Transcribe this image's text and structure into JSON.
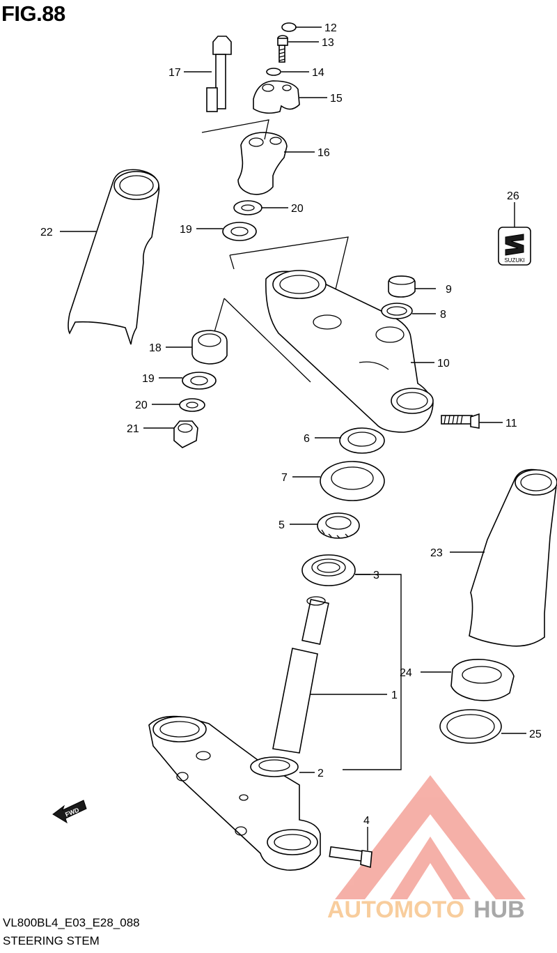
{
  "figure": {
    "title": "FIG.88",
    "code": "VL800BL4_E03_E28_088",
    "name": "STEERING STEM"
  },
  "callouts": [
    {
      "id": "c12",
      "label": "12"
    },
    {
      "id": "c13",
      "label": "13"
    },
    {
      "id": "c14",
      "label": "14"
    },
    {
      "id": "c15",
      "label": "15"
    },
    {
      "id": "c16",
      "label": "16"
    },
    {
      "id": "c17",
      "label": "17"
    },
    {
      "id": "c20a",
      "label": "20"
    },
    {
      "id": "c19a",
      "label": "19"
    },
    {
      "id": "c22",
      "label": "22"
    },
    {
      "id": "c26",
      "label": "26"
    },
    {
      "id": "c9",
      "label": "9"
    },
    {
      "id": "c8",
      "label": "8"
    },
    {
      "id": "c10",
      "label": "10"
    },
    {
      "id": "c18",
      "label": "18"
    },
    {
      "id": "c19b",
      "label": "19"
    },
    {
      "id": "c20b",
      "label": "20"
    },
    {
      "id": "c21",
      "label": "21"
    },
    {
      "id": "c11",
      "label": "11"
    },
    {
      "id": "c6",
      "label": "6"
    },
    {
      "id": "c7",
      "label": "7"
    },
    {
      "id": "c5",
      "label": "5"
    },
    {
      "id": "c3",
      "label": "3"
    },
    {
      "id": "c23",
      "label": "23"
    },
    {
      "id": "c1",
      "label": "1"
    },
    {
      "id": "c24",
      "label": "24"
    },
    {
      "id": "c25",
      "label": "25"
    },
    {
      "id": "c2",
      "label": "2"
    },
    {
      "id": "c4",
      "label": "4"
    }
  ],
  "emblem_text": "SUZUKI",
  "fwd_text": "FWD",
  "watermark": {
    "text_part1": "AUTOMOTO",
    "text_part2": "HUB",
    "color_primary": "#f4a39a",
    "color_secondary": "#f7c58c"
  }
}
